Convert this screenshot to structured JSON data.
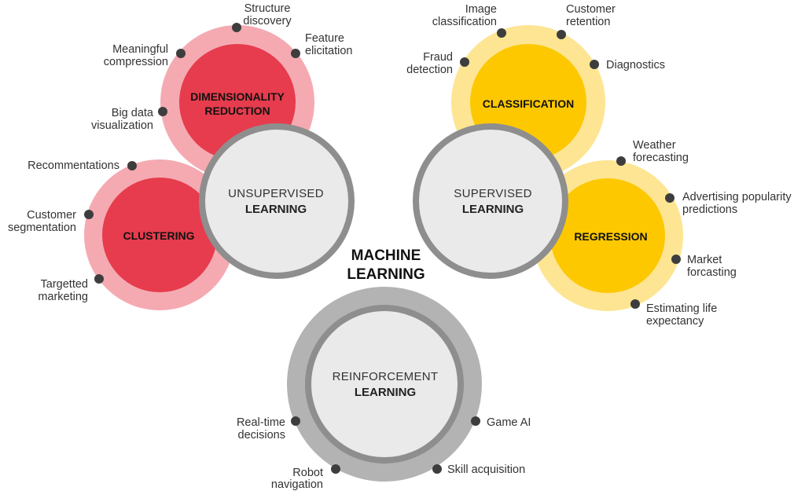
{
  "title": {
    "line1": "MACHINE",
    "line2": "LEARNING"
  },
  "hubs": {
    "unsupervised": {
      "line1": "UNSUPERVISED",
      "line2": "LEARNING"
    },
    "supervised": {
      "line1": "SUPERVISED",
      "line2": "LEARNING"
    },
    "reinforcement": {
      "line1": "REINFORCEMENT",
      "line2": "LEARNING"
    }
  },
  "categories": {
    "dimensionality": {
      "line1": "DIMENSIONALITY",
      "line2": "REDUCTION"
    },
    "clustering": {
      "line1": "CLUSTERING"
    },
    "classification": {
      "line1": "CLASSIFICATION"
    },
    "regression": {
      "line1": "REGRESSION"
    }
  },
  "leaves": {
    "structure_discovery": {
      "line1": "Structure",
      "line2": "discovery"
    },
    "feature_elicitation": {
      "line1": "Feature",
      "line2": "elicitation"
    },
    "meaningful_compression": {
      "line1": "Meaningful",
      "line2": "compression"
    },
    "big_data_visualization": {
      "line1": "Big data",
      "line2": "visualization"
    },
    "recommentations": {
      "line1": "Recommentations"
    },
    "customer_segmentation": {
      "line1": "Customer",
      "line2": "segmentation"
    },
    "targetted_marketing": {
      "line1": "Targetted",
      "line2": "marketing"
    },
    "image_classification": {
      "line1": "Image",
      "line2": "classification"
    },
    "customer_retention": {
      "line1": "Customer",
      "line2": "retention"
    },
    "fraud_detection": {
      "line1": "Fraud",
      "line2": "detection"
    },
    "diagnostics": {
      "line1": "Diagnostics"
    },
    "weather_forecasting": {
      "line1": "Weather",
      "line2": "forecasting"
    },
    "advertising_popularity": {
      "line1": "Advertising popularity",
      "line2": "predictions"
    },
    "market_forcasting": {
      "line1": "Market",
      "line2": "forcasting"
    },
    "estimating_life": {
      "line1": "Estimating life",
      "line2": "expectancy"
    },
    "real_time_decisions": {
      "line1": "Real-time",
      "line2": "decisions"
    },
    "game_ai": {
      "line1": "Game AI"
    },
    "robot_navigation": {
      "line1": "Robot",
      "line2": "navigation"
    },
    "skill_acquisition": {
      "line1": "Skill acquisition"
    }
  },
  "colors": {
    "red": "#e63c4d",
    "red_halo": "#f5aab2",
    "yellow": "#fdc800",
    "yellow_halo": "#fde593",
    "hub_fill": "#eaeaea",
    "hub_ring": "#8e8e8e",
    "rl_outer": "#b3b3b3",
    "rl_mid": "#8e8e8e",
    "dot": "#3d3d3d"
  }
}
